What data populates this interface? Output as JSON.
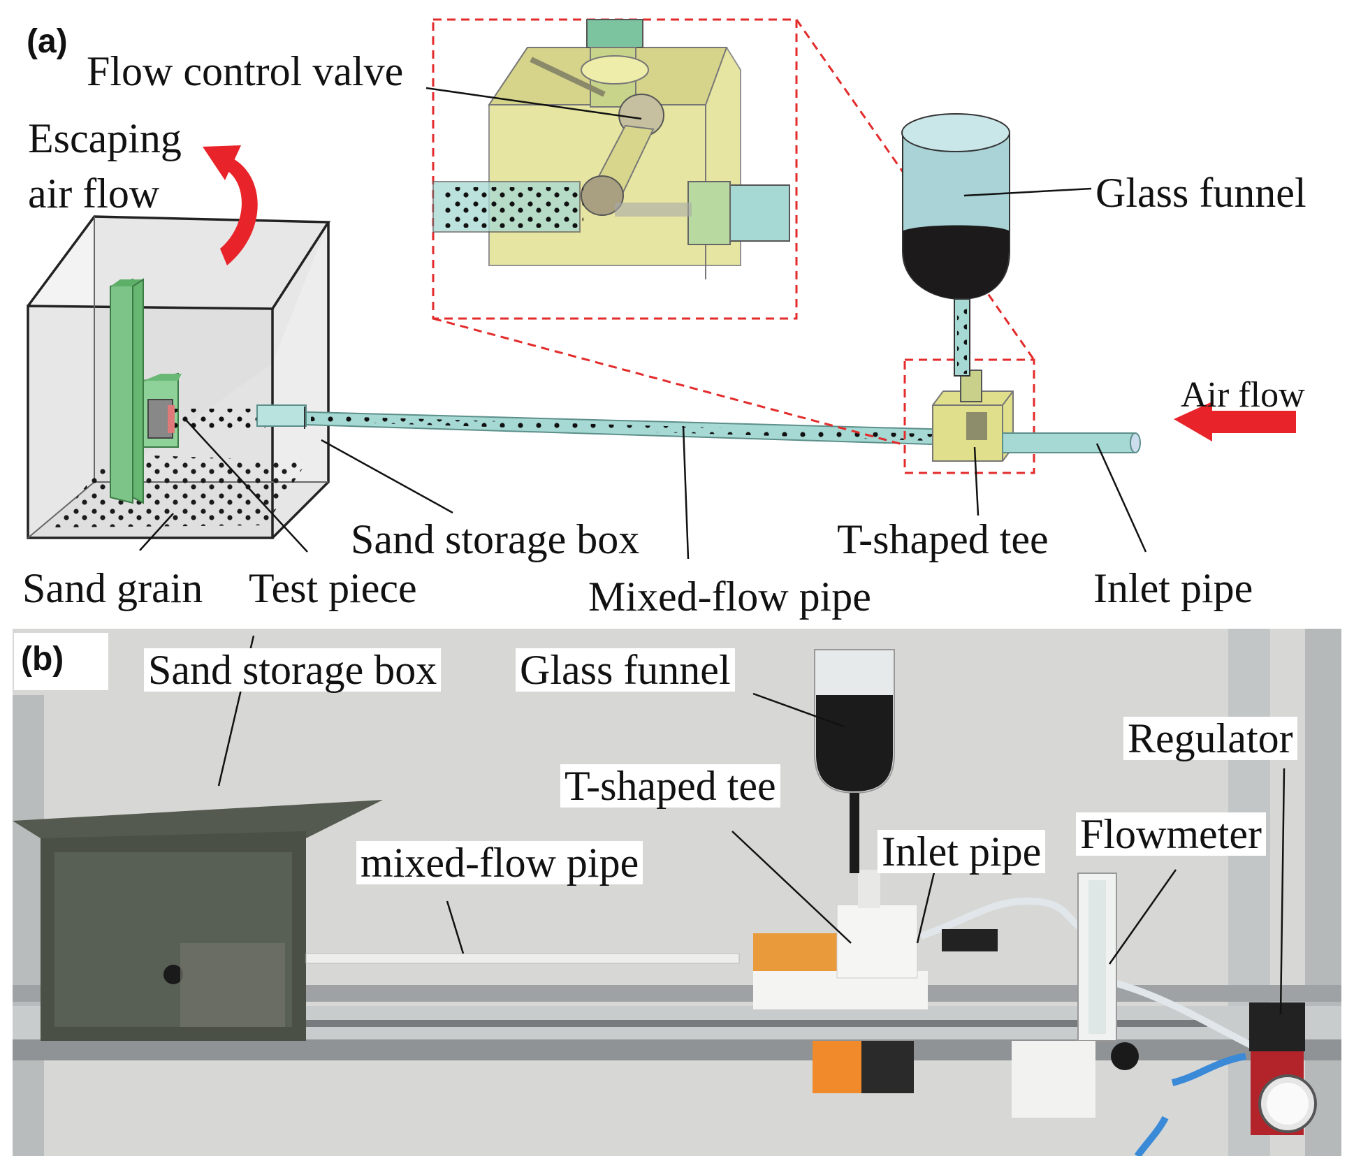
{
  "panel_a": {
    "label": "(a)",
    "labels": {
      "flow_control_valve": "Flow control valve",
      "escaping_air_flow_line1": "Escaping",
      "escaping_air_flow_line2": "air flow",
      "glass_funnel": "Glass funnel",
      "air_flow": "Air flow",
      "sand_storage_box": "Sand storage box",
      "t_shaped_tee": "T-shaped tee",
      "inlet_pipe": "Inlet pipe",
      "sand_grain": "Sand grain",
      "test_piece": "Test piece",
      "mixed_flow_pipe": "Mixed-flow pipe"
    }
  },
  "panel_b": {
    "label": "(b)",
    "labels": {
      "sand_storage_box": "Sand storage box",
      "glass_funnel": "Glass funnel",
      "regulator": "Regulator",
      "t_shaped_tee": "T-shaped tee",
      "flowmeter": "Flowmeter",
      "inlet_pipe": "Inlet pipe",
      "mixed_flow_pipe": "mixed-flow pipe"
    }
  },
  "colors": {
    "arrow_red": "#e8242a",
    "dashed_red": "#e32b2b",
    "support_green": "#7fc98a",
    "pipe_cyan": "#a6d9d4",
    "block_yellow": "#e0df8c",
    "photo_wall": "#d7d8d6"
  }
}
